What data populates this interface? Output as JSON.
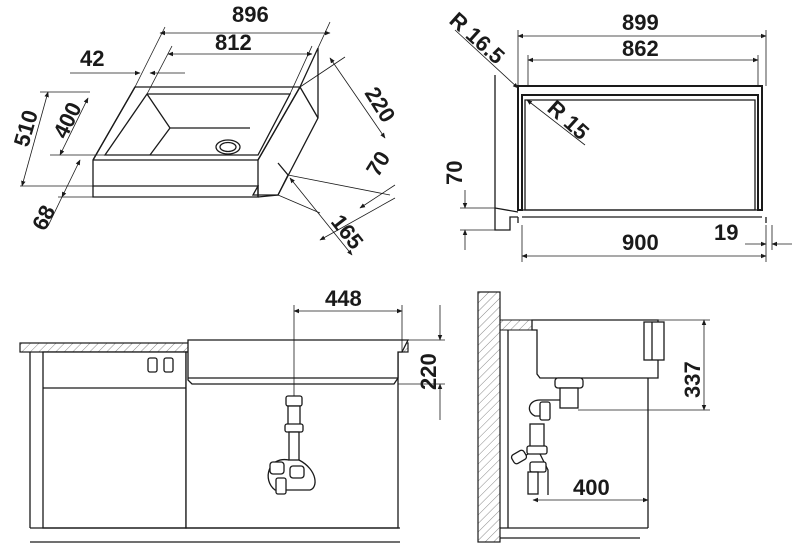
{
  "top_left_view": {
    "dims": {
      "overall_width": "896",
      "inner_width": "812",
      "edge_offset": "42",
      "overall_depth": "510",
      "inner_depth": "400",
      "front_lip": "68",
      "height": "220",
      "apron": "70",
      "apron_depth": "165"
    }
  },
  "top_right_view": {
    "dims": {
      "overall_width": "899",
      "inner_width": "862",
      "outer_radius": "R 16.5",
      "inner_radius": "R 15",
      "lip_height": "70",
      "cabinet_width": "900",
      "side_offset": "19"
    }
  },
  "bottom_left_view": {
    "dims": {
      "drain_offset": "448",
      "bowl_height": "220"
    }
  },
  "bottom_right_view": {
    "dims": {
      "depth": "337",
      "trap_distance": "400"
    }
  }
}
